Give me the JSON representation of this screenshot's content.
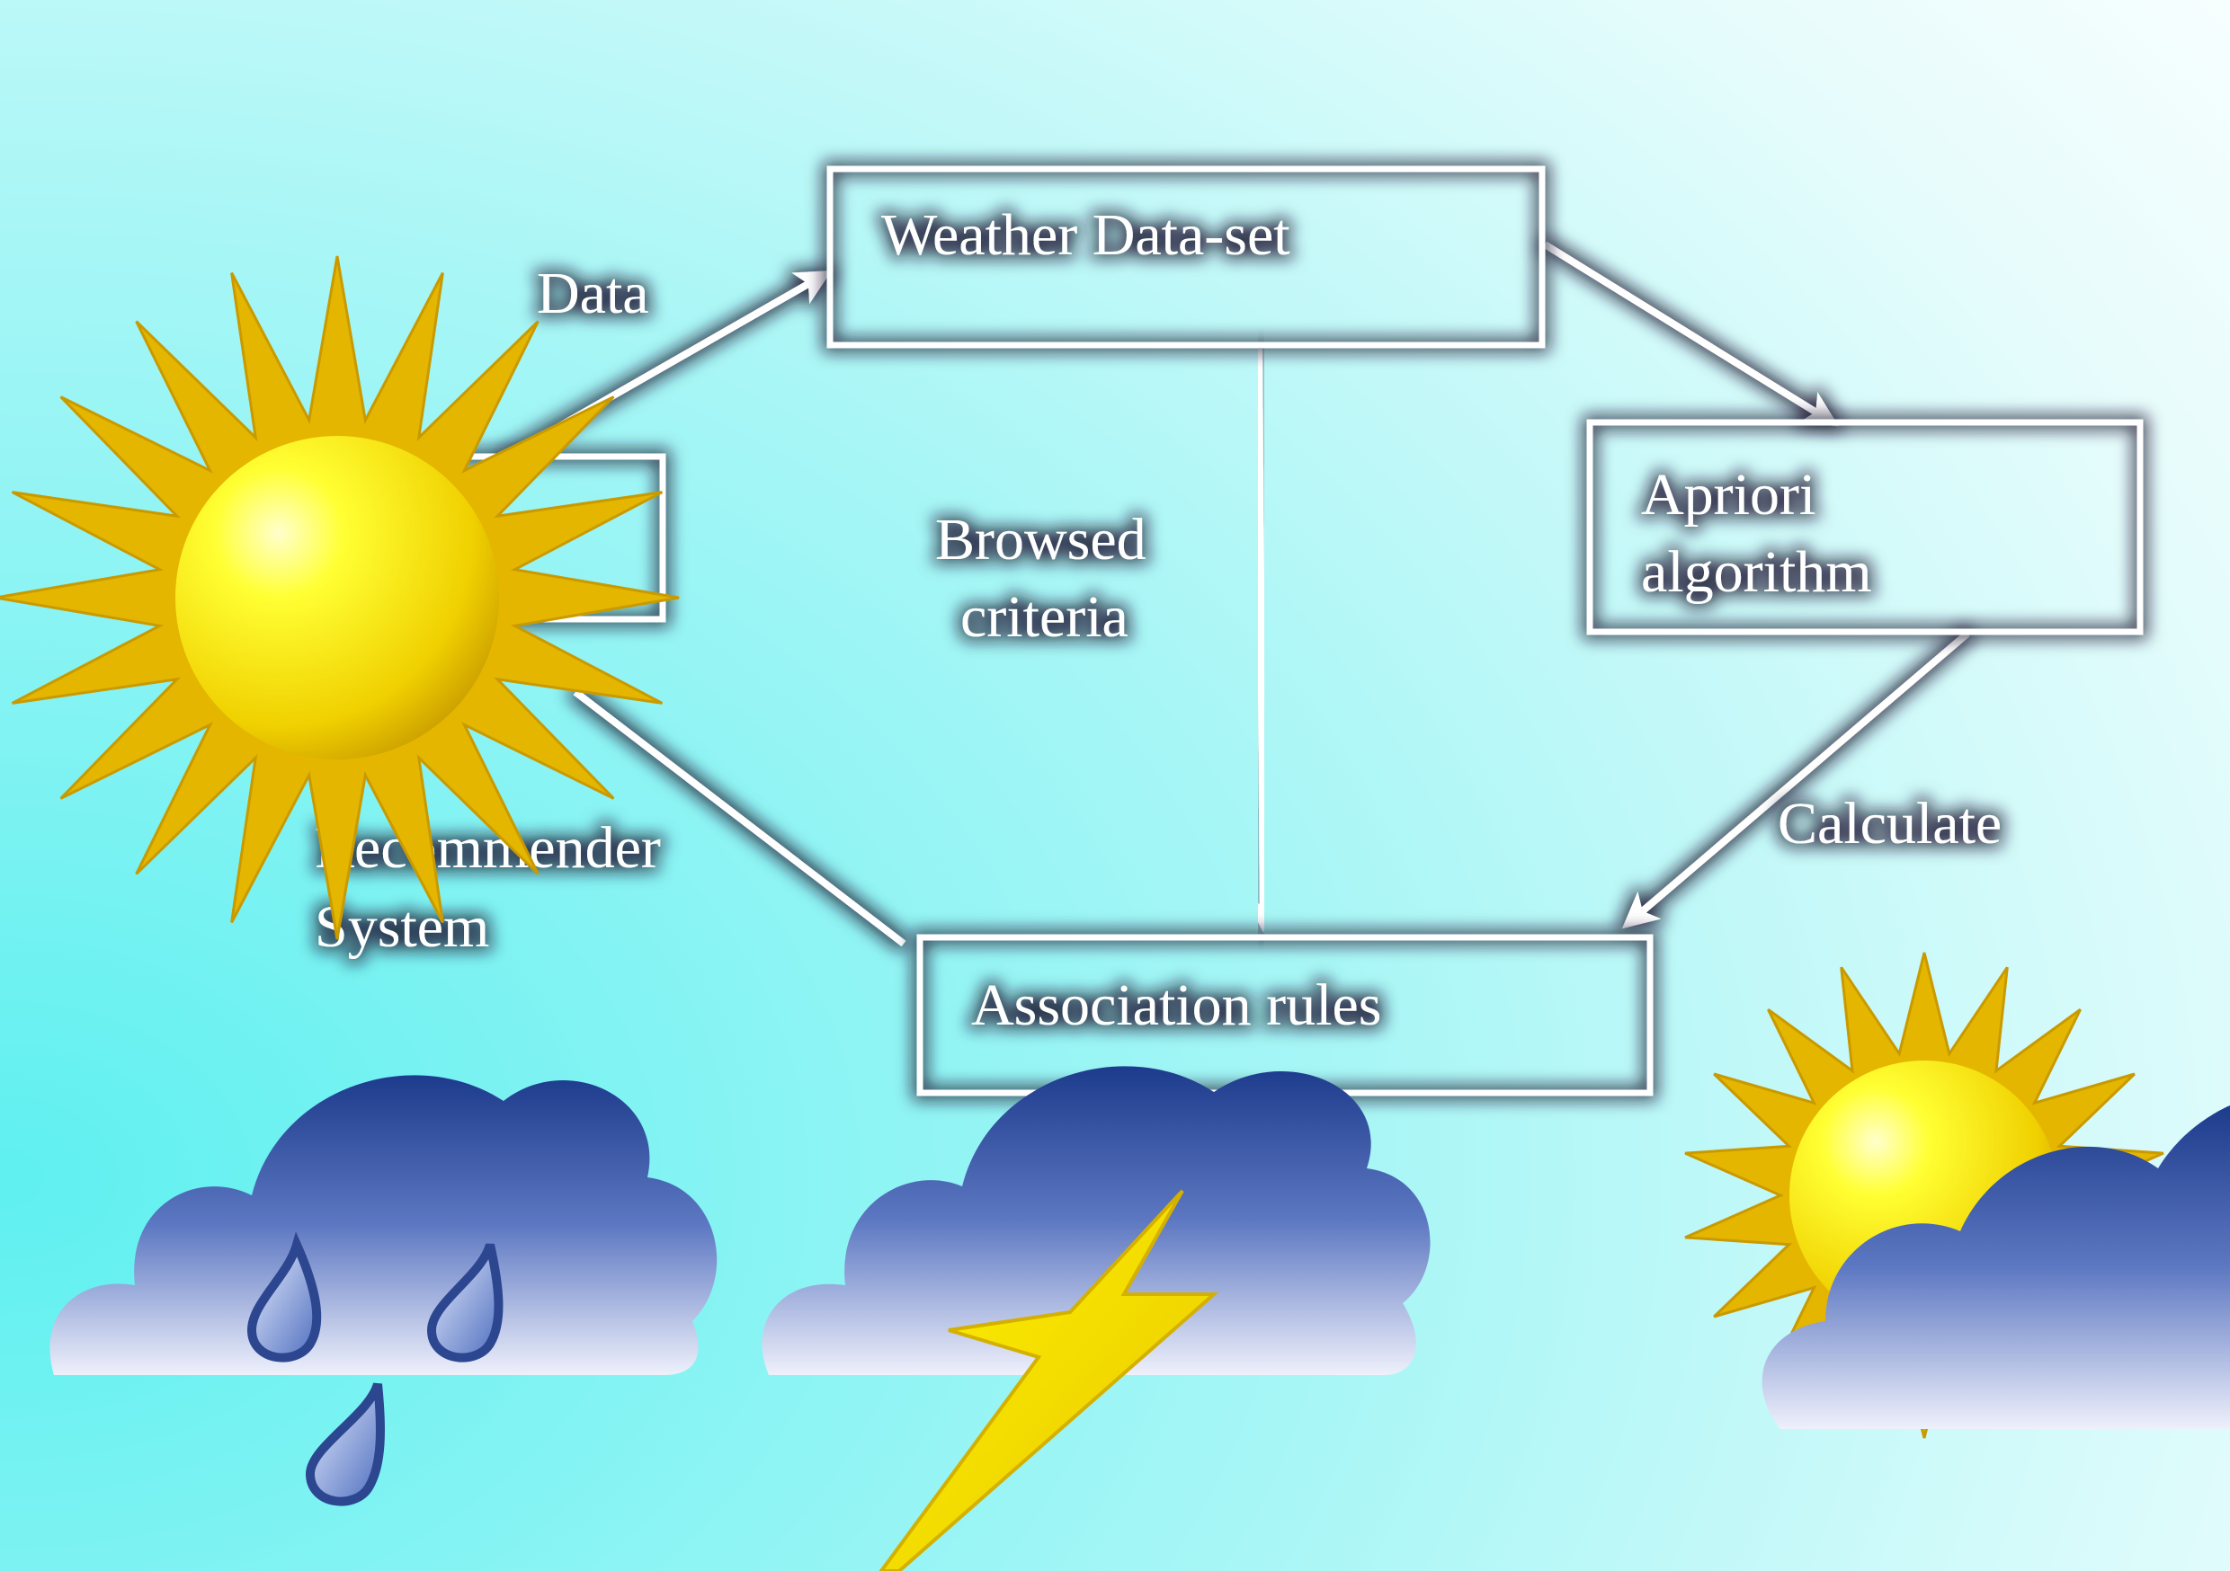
{
  "nodes": {
    "dataset": "Weather Data-set",
    "apriori_line1": "Apriori",
    "apriori_line2": "algorithm",
    "rules": "Association rules",
    "recommender_line1": "Recommender",
    "recommender_line2": "System"
  },
  "edge_labels": {
    "data": "Data",
    "browsed_line1": "Browsed",
    "browsed_line2": "criteria",
    "calculate": "Calculate"
  },
  "icons": [
    "sun-icon",
    "rain-cloud-icon",
    "storm-cloud-icon",
    "partly-cloudy-icon"
  ],
  "colors": {
    "background_cyan": "#6ff3f3",
    "background_white": "#ffffff",
    "sun_rays": "#e6b800",
    "sun_core": "#ffff33",
    "cloud_top": "#1f3f8f",
    "cloud_bottom": "#eaeaf8",
    "lightning": "#ffee00"
  }
}
